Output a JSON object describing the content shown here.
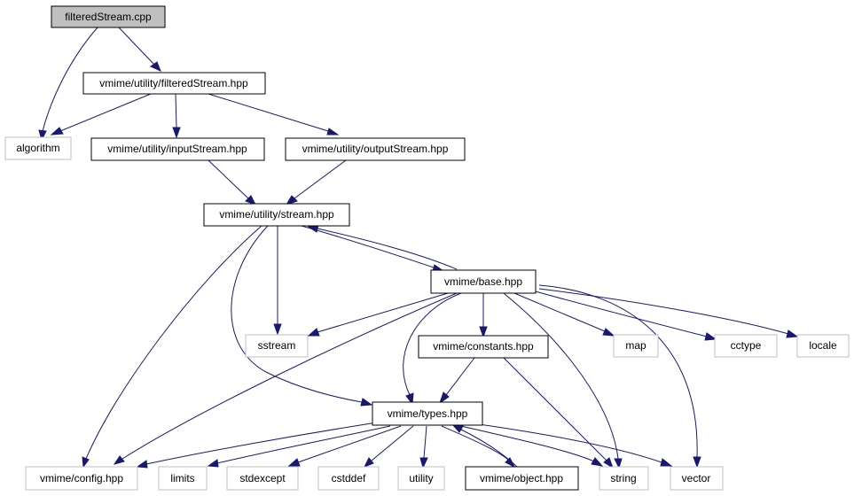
{
  "colors": {
    "edge": "#191970",
    "root_fill": "#bfbfbf",
    "documented_border": "#000000",
    "external_border": "#bfbfbf",
    "text": "#000000"
  },
  "nodes": {
    "filteredStream_cpp": "filteredStream.cpp",
    "filteredStream_hpp": "vmime/utility/filteredStream.hpp",
    "algorithm": "algorithm",
    "inputStream_hpp": "vmime/utility/inputStream.hpp",
    "outputStream_hpp": "vmime/utility/outputStream.hpp",
    "stream_hpp": "vmime/utility/stream.hpp",
    "base_hpp": "vmime/base.hpp",
    "sstream": "sstream",
    "constants_hpp": "vmime/constants.hpp",
    "map": "map",
    "cctype": "cctype",
    "locale": "locale",
    "types_hpp": "vmime/types.hpp",
    "config_hpp": "vmime/config.hpp",
    "limits": "limits",
    "stdexcept": "stdexcept",
    "cstddef": "cstddef",
    "utility": "utility",
    "object_hpp": "vmime/object.hpp",
    "string": "string",
    "vector": "vector"
  }
}
